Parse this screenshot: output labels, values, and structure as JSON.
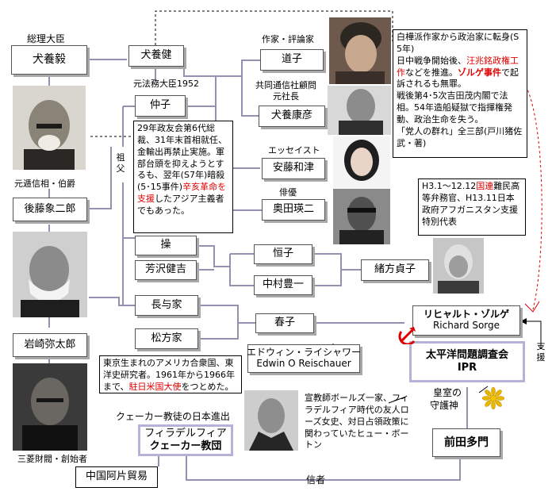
{
  "persons": {
    "inukai_tsuyoshi": "犬養毅",
    "inukai_ken": "犬養健",
    "michiko": "道子",
    "yasuhiko": "犬養康彦",
    "nakako": "仲子",
    "ando_kazutsu": "安藤和津",
    "okuda_eiji": "奥田瑛二",
    "goto_shojiro": "後藤象二郎",
    "misao": "操",
    "yoshizawa_kenkichi": "芳沢健吉",
    "tsuneko": "恒子",
    "nakamura_toyoichi": "中村豊一",
    "ogata_sadako": "緒方貞子",
    "iwasaki_yataro": "岩崎弥太郎",
    "nagayoike": "長与家",
    "matsukata": "松方家",
    "haruko": "春子",
    "reischauer_jp": "エドウィン・ライシャワー",
    "reischauer_en": "Edwin O Reischauer",
    "sorge_jp": "リヒャルト・ゾルゲ",
    "sorge_en": "Richard Sorge",
    "ipr_jp": "太平洋問題調査会",
    "ipr_en": "IPR",
    "maeda_tamon": "前田多門",
    "quaker1": "フィラデルフィア",
    "quaker2": "クェーカー教団",
    "opium": "中国阿片貿易"
  },
  "labels": {
    "pm": "総理大臣",
    "writer": "作家・評論家",
    "justice": "元法務大臣1952",
    "kyodo": "共同通信社顧問",
    "motoshacho": "元社長",
    "essayist": "エッセイスト",
    "actor": "俳優",
    "teishin": "元逓信相・伯爵",
    "mitsubishi": "三菱財閥・創始者",
    "quaker_advance": "クェーカー教徒の日本進出",
    "grandfather": "祖父",
    "support": "支援",
    "koshitsu": "皇室の",
    "shugojin": "守護神",
    "believer": "信者"
  },
  "notes": {
    "michiko": {
      "l1": "白樺派作家から政治家に転身(S5年)",
      "l2a": "日中戦争開始後、",
      "l2red1": "汪兆銘政権工作",
      "l2b": "などを推進。",
      "l2red2": "ゾルゲ事件",
      "l2c": "で起訴されるも無罪。",
      "l3": "戦後第4･5次吉田茂内閣で法相。54年造船疑獄で指揮権発動、政治生命を失う。",
      "l4": "「党人の群れ」全三部(戸川猪佐武・著)"
    },
    "inukai": {
      "a": "29年政友会第6代総裁、31年末首相就任、金輸出再禁止実施。軍部台頭を抑えようとするも、翌年(S7年)暗殺(5･15事件)",
      "red": "辛亥革命を支援",
      "b": "したアジア主義者でもあった。"
    },
    "ogata": {
      "a": "H3.1～12.12",
      "red": "国連",
      "b": "難民高等弁務官、H13.11日本政府アフガニスタン支援特別代表"
    },
    "reischauer": {
      "a": "東京生まれのアメリカ合衆国、東洋史研究者。1961年から1966年まで、",
      "red": "駐日米国大使",
      "b": "をつとめた。"
    },
    "borton": "宣教師ボールズ一家、フィラデルフィア時代の友人ローズ女史、対日占領政策に関わっていたヒュー・ボートン"
  },
  "colors": {
    "line": "#9490b0",
    "red": "#e00000",
    "ipr_border": "#b7b0d8"
  },
  "icons": {
    "hammer_sickle": "hammer-sickle-icon",
    "chrysanthemum": "chrysanthemum-icon"
  }
}
